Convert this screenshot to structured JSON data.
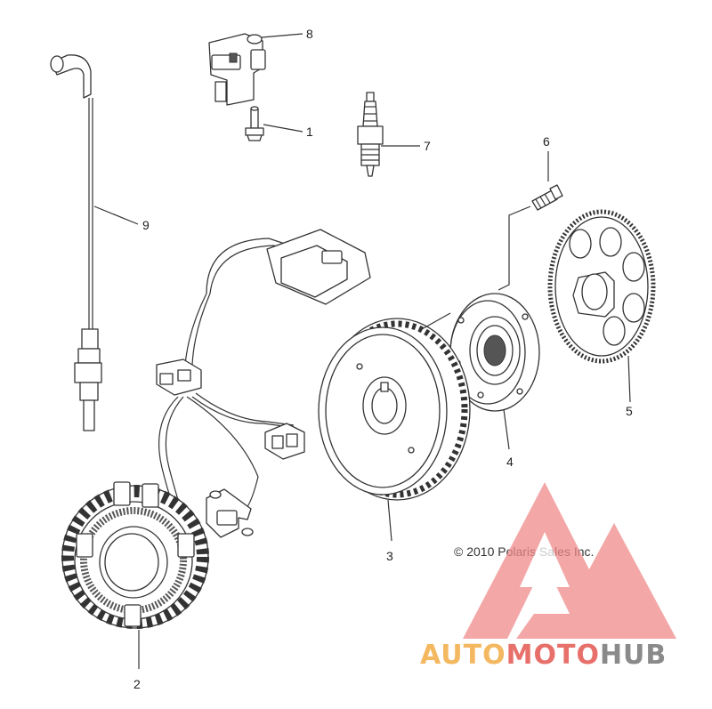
{
  "callouts": {
    "c1": "1",
    "c2": "2",
    "c3": "3",
    "c4": "4",
    "c5": "5",
    "c6": "6",
    "c7": "7",
    "c8": "8",
    "c9": "9"
  },
  "copyright": "© 2010 Polaris Sales Inc.",
  "watermark": {
    "part1": "AUTO",
    "part2": "MOTO",
    "part3": "HUB",
    "colors": {
      "auto": "#f4b860",
      "moto": "#e8706a",
      "hub": "#8a8a8a",
      "logo": "#f08a8a"
    }
  }
}
